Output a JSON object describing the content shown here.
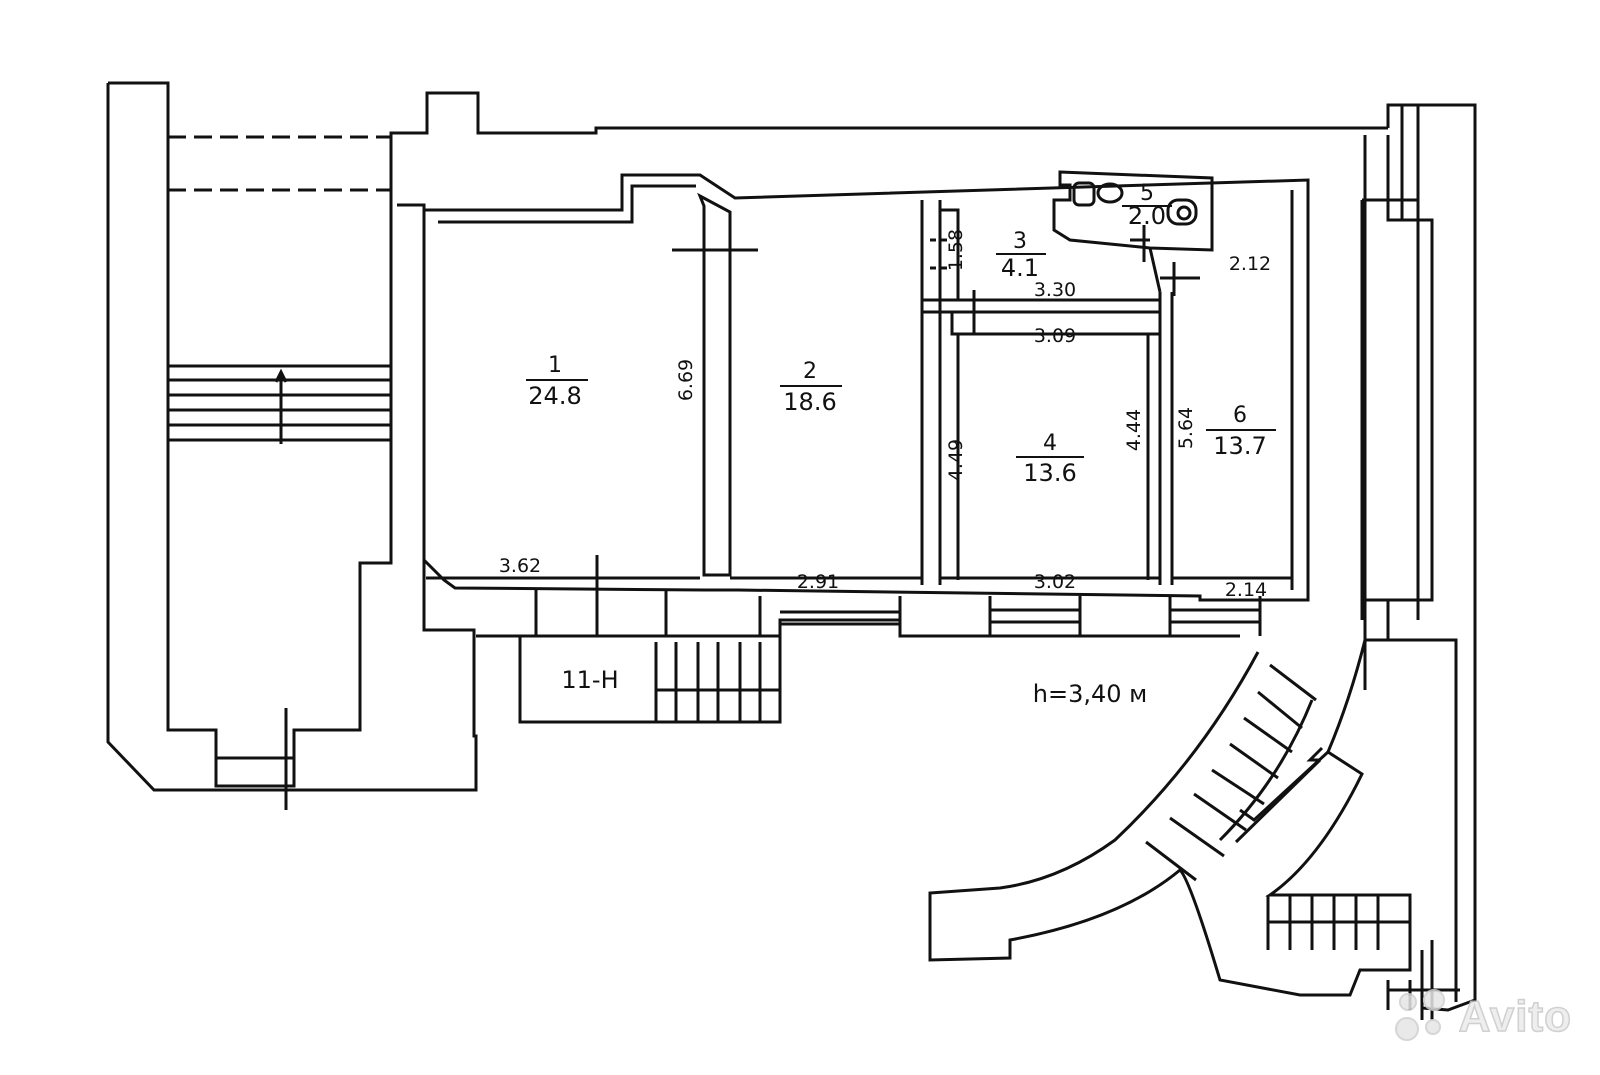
{
  "rooms": [
    {
      "number": "1",
      "area": "24.8"
    },
    {
      "number": "2",
      "area": "18.6"
    },
    {
      "number": "3",
      "area": "4.1"
    },
    {
      "number": "4",
      "area": "13.6"
    },
    {
      "number": "5",
      "area": "2.0"
    },
    {
      "number": "6",
      "area": "13.7"
    }
  ],
  "dimensions": {
    "room1_bottom": "3.62",
    "room1_side": "6.69",
    "room2_bottom": "2.91",
    "room3_height": "1.58",
    "room3_bottom": "3.30",
    "room4_top": "3.09",
    "room4_left": "4.49",
    "room4_right": "4.44",
    "room4_bottom": "3.02",
    "room6_side": "5.64",
    "room6_top": "2.12",
    "room6_bottom": "2.14"
  },
  "unit_label": "11-Н",
  "ceiling_height": "h=3,40 м",
  "watermark": "Avito"
}
